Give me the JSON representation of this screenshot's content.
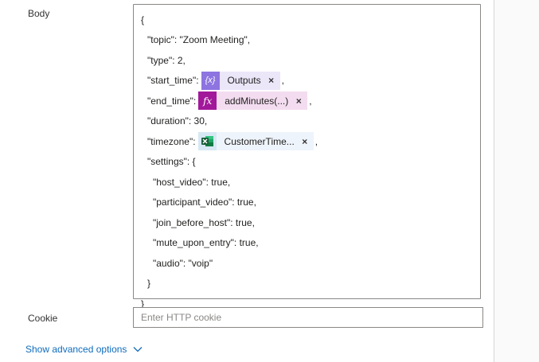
{
  "body_field": {
    "label": "Body",
    "lines": {
      "open": "{",
      "topic": "\"topic\": \"Zoom Meeting\",",
      "type": "\"type\": 2,",
      "start_time_key": "\"start_time\":",
      "start_time_suffix": ",",
      "end_time_key": "\"end_time\":",
      "end_time_suffix": ",",
      "duration": "\"duration\": 30,",
      "timezone_key": "\"timezone\":",
      "timezone_suffix": ",",
      "settings_open": "\"settings\": {",
      "host_video": "\"host_video\": true,",
      "participant_video": "\"participant_video\": true,",
      "join_before_host": "\"join_before_host\": true,",
      "mute_upon_entry": "\"mute_upon_entry\": true,",
      "audio": "\"audio\": \"voip\"",
      "settings_close": "}",
      "close": "}"
    },
    "tokens": {
      "outputs": {
        "label": "Outputs",
        "icon": "variable-braces-icon",
        "icon_glyph": "{x}",
        "color": "#8d74e0",
        "remove": "×"
      },
      "add_minutes": {
        "label": "addMinutes(...)",
        "icon": "function-fx-icon",
        "icon_glyph": "fx",
        "color": "#a2189a",
        "remove": "×"
      },
      "customer_time": {
        "label": "CustomerTime...",
        "icon": "excel-online-icon",
        "color": "#185c37",
        "remove": "×"
      }
    }
  },
  "cookie_field": {
    "label": "Cookie",
    "value": "",
    "placeholder": "Enter HTTP cookie"
  },
  "advanced": {
    "label": "Show advanced options",
    "icon": "chevron-down-icon",
    "color": "#0f6cbd"
  }
}
